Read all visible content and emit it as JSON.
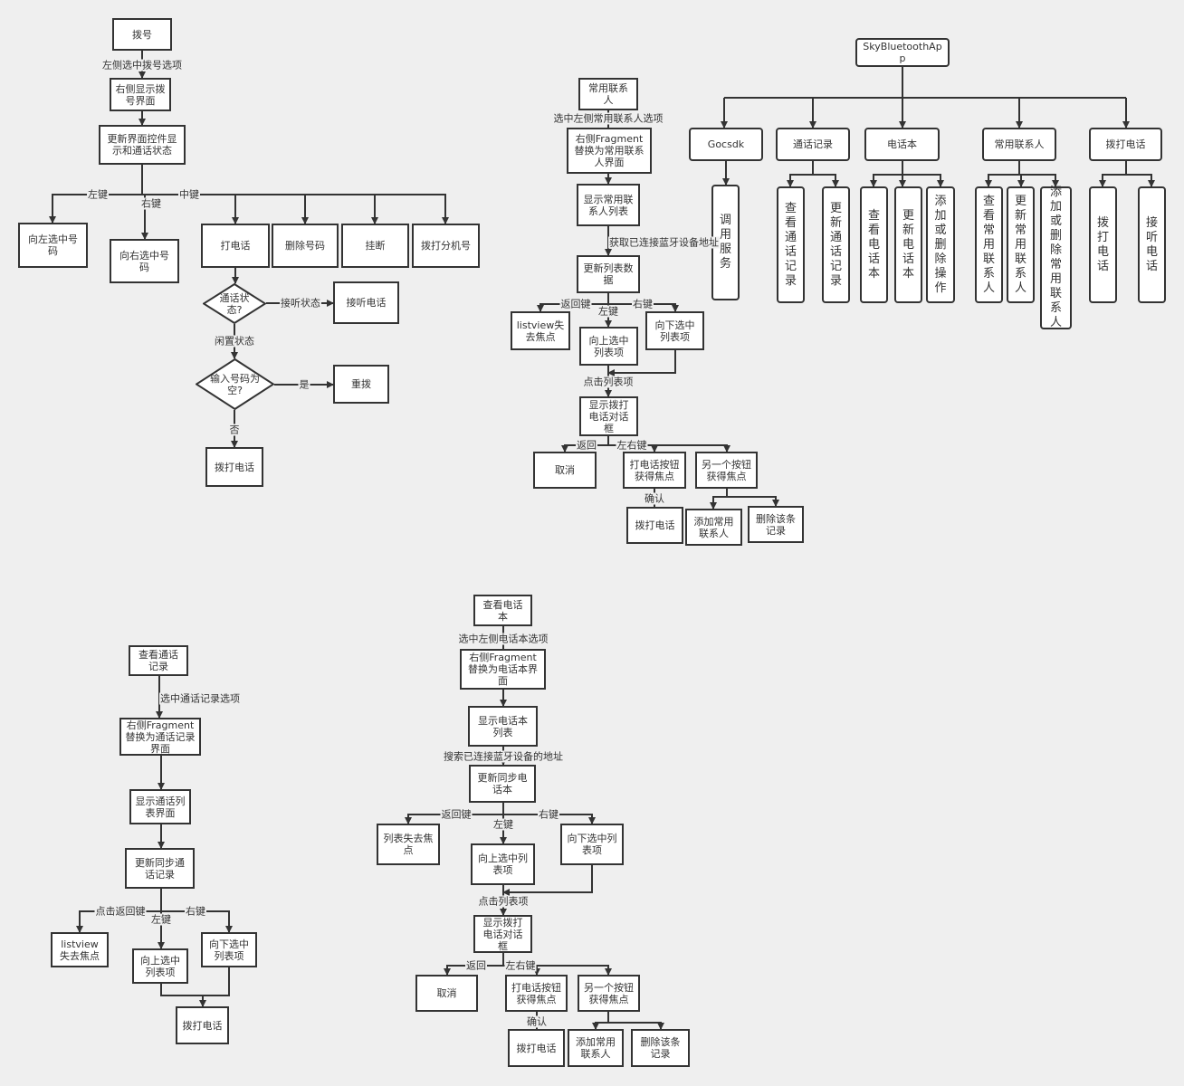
{
  "dial": {
    "nodes": [
      "拨号",
      "右侧显示拨号界面",
      "更新界面控件显示和通话状态",
      "向左选中号码",
      "向右选中号码",
      "打电话",
      "删除号码",
      "挂断",
      "拨打分机号",
      "接听电话",
      "重拨",
      "拨打电话"
    ],
    "diamonds": [
      "通话状态?",
      "输入号码为空?"
    ],
    "labels": [
      "左侧选中拨号选项",
      "左键",
      "右键",
      "中键",
      "接听状态",
      "闲置状态",
      "是",
      "否"
    ]
  },
  "contacts": {
    "nodes": [
      "常用联系人",
      "右侧Fragment替换为常用联系人界面",
      "显示常用联系人列表",
      "更新列表数据",
      "listview失去焦点",
      "向上选中列表项",
      "向下选中列表项",
      "显示拨打电话对话框",
      "取消",
      "打电话按钮获得焦点",
      "另一个按钮获得焦点",
      "拨打电话",
      "添加常用联系人",
      "删除该条记录"
    ],
    "labels": [
      "选中左侧常用联系人选项",
      "获取已连接蓝牙设备地址",
      "返回键",
      "左键",
      "右键",
      "点击列表项",
      "返回",
      "左右键",
      "确认"
    ]
  },
  "tree": {
    "root": "SkyBluetoothApp",
    "modules": [
      "Gocsdk",
      "通话记录",
      "电话本",
      "常用联系人",
      "拨打电话"
    ],
    "leaves": [
      "调用服务",
      "查看通话记录",
      "更新通话记录",
      "查看电话本",
      "更新电话本",
      "添加或删除操作",
      "查看常用联系人",
      "更新常用联系人",
      "添加或删除常用联系人",
      "拨打电话",
      "接听电话"
    ]
  },
  "calllog": {
    "nodes": [
      "查看通话记录",
      "右侧Fragment替换为通话记录界面",
      "显示通话列表界面",
      "更新同步通话记录",
      "listview失去焦点",
      "向上选中列表项",
      "向下选中列表项",
      "拨打电话"
    ],
    "labels": [
      "选中通话记录选项",
      "点击返回键",
      "左键",
      "右键"
    ]
  },
  "phonebook": {
    "nodes": [
      "查看电话本",
      "右侧Fragment替换为电话本界面",
      "显示电话本列表",
      "更新同步电话本",
      "列表失去焦点",
      "向上选中列表项",
      "向下选中列表项",
      "显示拨打电话对话框",
      "取消",
      "打电话按钮获得焦点",
      "另一个按钮获得焦点",
      "拨打电话",
      "添加常用联系人",
      "删除该条记录"
    ],
    "labels": [
      "选中左侧电话本选项",
      "搜索已连接蓝牙设备的地址",
      "返回键",
      "左键",
      "右键",
      "点击列表项",
      "返回",
      "左右键",
      "确认"
    ]
  }
}
